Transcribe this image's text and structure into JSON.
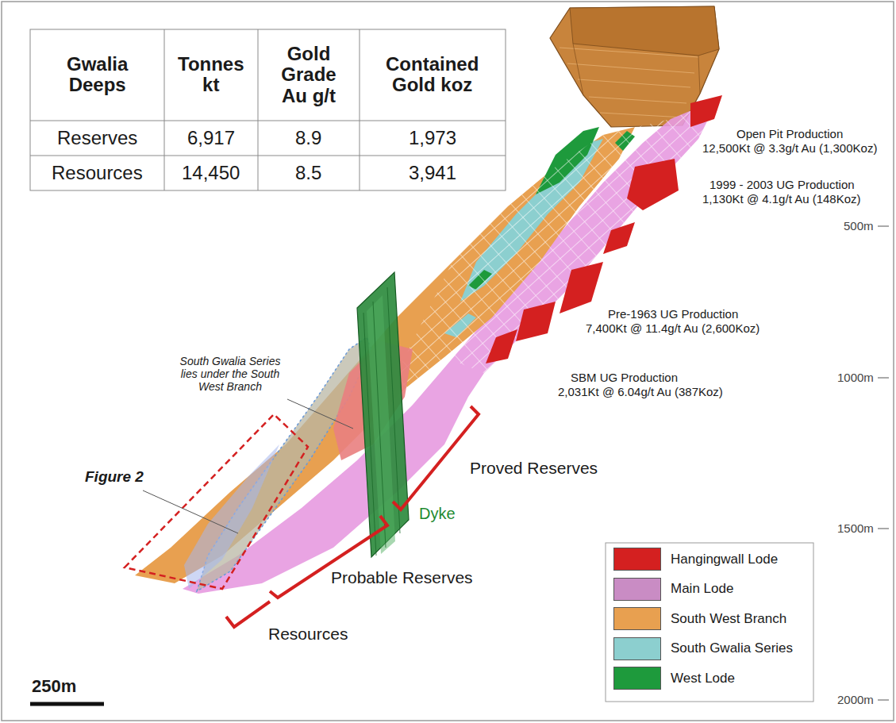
{
  "diagram": {
    "labels": [
      "Gwalia Deeps",
      "Tonnes kt",
      "Gold Grade Au g/t",
      "Contained Gold koz",
      "Reserves",
      "6,917",
      "8.9",
      "1,973",
      "Resources",
      "14,450",
      "8.5",
      "3,941",
      "Open Pit Production",
      "12,500Kt @ 3.3g/t Au (1,300Koz)",
      "1999 - 2003 UG Production",
      "1,130Kt @ 4.1g/t Au (148Koz)",
      "500m",
      "Pre-1963 UG Production",
      "7,400Kt @ 11.4g/t Au (2,600Koz)",
      "SBM UG Production",
      "2,031Kt @ 6.04g/t Au (387Koz)",
      "1000m",
      "South Gwalia Series lies under the South West Branch",
      "Figure 2",
      "Proved Reserves",
      "Dyke",
      "1500m",
      "Probable Reserves",
      "Resources",
      "2000m",
      "250m"
    ],
    "legend": [
      {
        "text": "Hangingwall Lode",
        "color": "#d42020"
      },
      {
        "text": "Main Lode",
        "color": "#c98cc4"
      },
      {
        "text": "South West Branch",
        "color": "#e8a050"
      },
      {
        "text": "South Gwalia Series",
        "color": "#8ccfcf"
      },
      {
        "text": "West Lode",
        "color": "#1e9a3c"
      }
    ]
  }
}
